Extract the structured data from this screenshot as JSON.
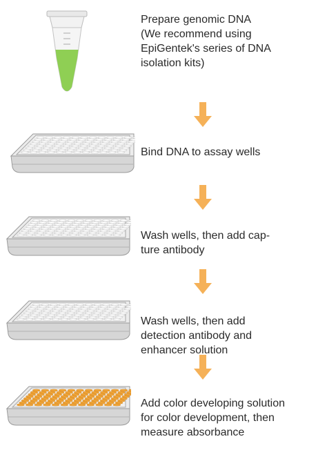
{
  "colors": {
    "arrow": "#f5b158",
    "tube_liquid": "#8fcf54",
    "plate_body": "#e4e4e4",
    "plate_wells": "#f0f0f0",
    "colored_wells": "#f0a53a"
  },
  "steps": [
    {
      "icon": "microtube-icon",
      "lines": [
        "Prepare genomic DNA",
        "(We recommend using",
        "EpiGentek's series of DNA",
        "isolation kits)"
      ]
    },
    {
      "icon": "microplate-icon",
      "lines": [
        "Bind DNA to assay wells"
      ]
    },
    {
      "icon": "microplate-icon",
      "lines": [
        "Wash wells, then add cap-",
        "ture antibody"
      ]
    },
    {
      "icon": "microplate-icon",
      "lines": [
        "Wash wells, then add",
        "detection antibody and",
        "enhancer solution"
      ]
    },
    {
      "icon": "colored-microplate-icon",
      "lines": [
        "Add color developing solution",
        "for color development, then",
        "measure absorbance"
      ]
    }
  ],
  "arrows": [
    "down-arrow-icon",
    "down-arrow-icon",
    "down-arrow-icon",
    "down-arrow-icon"
  ]
}
